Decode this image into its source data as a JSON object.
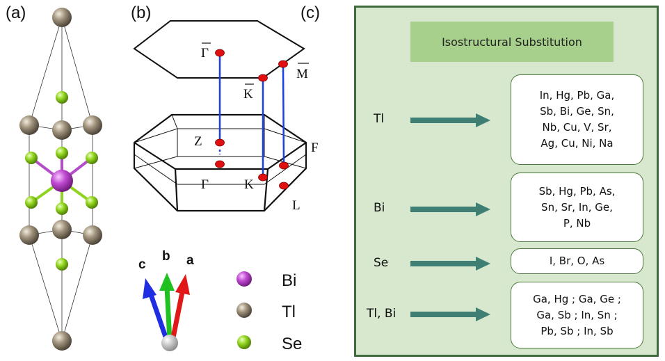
{
  "panel_labels": {
    "a": "(a)",
    "b": "(b)",
    "c": "(c)"
  },
  "legend": [
    {
      "label": "Bi",
      "color": "#c24bd0"
    },
    {
      "label": "Tl",
      "color": "#8a7e6c"
    },
    {
      "label": "Se",
      "color": "#8cd41e"
    }
  ],
  "axes": {
    "c": "c",
    "b": "b",
    "a": "a"
  },
  "brillouin": {
    "surface_points": {
      "gamma_bar": "Γ",
      "k_bar": "K",
      "m_bar": "M"
    },
    "bulk_points": {
      "z": "Z",
      "gamma": "Γ",
      "k": "K",
      "f": "F",
      "l": "L"
    }
  },
  "substitution": {
    "title": "Isostructural Substitution",
    "rows": [
      {
        "element": "Tl",
        "lines": [
          "In, Hg, Pb, Ga,",
          "Sb, Bi, Ge, Sn,",
          "Nb, Cu, V, Sr,",
          "Ag, Cu, Ni, Na"
        ]
      },
      {
        "element": "Bi",
        "lines": [
          "Sb, Hg, Pb, As,",
          "Sn, Sr, In, Ge,",
          "P, Nb"
        ]
      },
      {
        "element": "Se",
        "lines": [
          "I, Br, O, As"
        ]
      },
      {
        "element": "Tl, Bi",
        "lines": [
          "Ga, Hg ; Ga, Ge ;",
          "Ga, Sb ; In, Sn ;",
          "Pb, Sb ; In, Sb"
        ]
      }
    ]
  },
  "colors": {
    "bi": "#c24bd0",
    "tl": "#8a7e6c",
    "se": "#8cd41e",
    "panel_bg": "#d8e8cf",
    "title_bg": "#a7d08c",
    "arrow": "#3f7f73"
  }
}
